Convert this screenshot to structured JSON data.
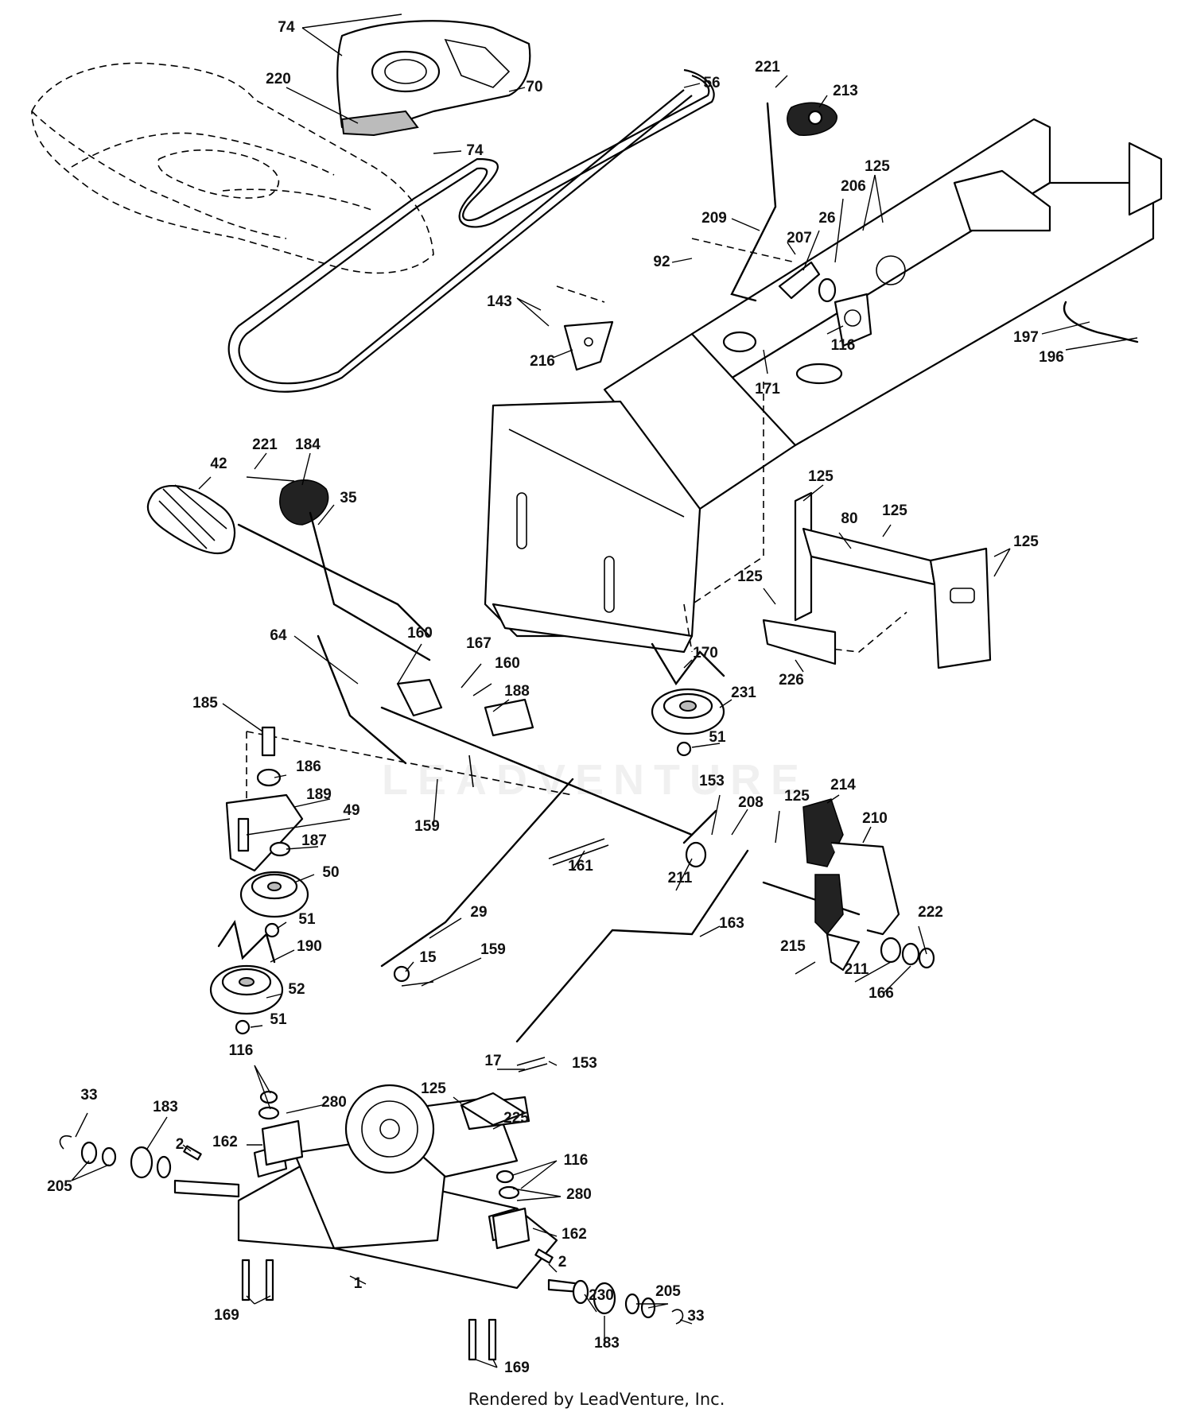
{
  "footer": "Rendered by LeadVenture, Inc.",
  "watermark": "LEADVENTURE",
  "callouts": [
    {
      "id": "74",
      "text": "74"
    },
    {
      "id": "220",
      "text": "220"
    },
    {
      "id": "70",
      "text": "70"
    },
    {
      "id": "74b",
      "text": "74"
    },
    {
      "id": "56",
      "text": "56"
    },
    {
      "id": "221",
      "text": "221"
    },
    {
      "id": "213",
      "text": "213"
    },
    {
      "id": "125a",
      "text": "125"
    },
    {
      "id": "206",
      "text": "206"
    },
    {
      "id": "26",
      "text": "26"
    },
    {
      "id": "209",
      "text": "209"
    },
    {
      "id": "207",
      "text": "207"
    },
    {
      "id": "92",
      "text": "92"
    },
    {
      "id": "143",
      "text": "143"
    },
    {
      "id": "116a",
      "text": "116"
    },
    {
      "id": "216",
      "text": "216"
    },
    {
      "id": "171",
      "text": "171"
    },
    {
      "id": "197",
      "text": "197"
    },
    {
      "id": "196",
      "text": "196"
    },
    {
      "id": "221b",
      "text": "221"
    },
    {
      "id": "184",
      "text": "184"
    },
    {
      "id": "42",
      "text": "42"
    },
    {
      "id": "35",
      "text": "35"
    },
    {
      "id": "125b",
      "text": "125"
    },
    {
      "id": "80",
      "text": "80"
    },
    {
      "id": "125c",
      "text": "125"
    },
    {
      "id": "125d",
      "text": "125"
    },
    {
      "id": "125e",
      "text": "125"
    },
    {
      "id": "64",
      "text": "64"
    },
    {
      "id": "160a",
      "text": "160"
    },
    {
      "id": "167",
      "text": "167"
    },
    {
      "id": "160b",
      "text": "160"
    },
    {
      "id": "170",
      "text": "170"
    },
    {
      "id": "226",
      "text": "226"
    },
    {
      "id": "231",
      "text": "231"
    },
    {
      "id": "185",
      "text": "185"
    },
    {
      "id": "188",
      "text": "188"
    },
    {
      "id": "51a",
      "text": "51"
    },
    {
      "id": "186",
      "text": "186"
    },
    {
      "id": "189",
      "text": "189"
    },
    {
      "id": "49",
      "text": "49"
    },
    {
      "id": "159a",
      "text": "159"
    },
    {
      "id": "153a",
      "text": "153"
    },
    {
      "id": "208",
      "text": "208"
    },
    {
      "id": "125f",
      "text": "125"
    },
    {
      "id": "214",
      "text": "214"
    },
    {
      "id": "210",
      "text": "210"
    },
    {
      "id": "187",
      "text": "187"
    },
    {
      "id": "161",
      "text": "161"
    },
    {
      "id": "211a",
      "text": "211"
    },
    {
      "id": "50",
      "text": "50"
    },
    {
      "id": "29",
      "text": "29"
    },
    {
      "id": "163",
      "text": "163"
    },
    {
      "id": "51b",
      "text": "51"
    },
    {
      "id": "190",
      "text": "190"
    },
    {
      "id": "222",
      "text": "222"
    },
    {
      "id": "215",
      "text": "215"
    },
    {
      "id": "15",
      "text": "15"
    },
    {
      "id": "159b",
      "text": "159"
    },
    {
      "id": "211b",
      "text": "211"
    },
    {
      "id": "52",
      "text": "52"
    },
    {
      "id": "166",
      "text": "166"
    },
    {
      "id": "51c",
      "text": "51"
    },
    {
      "id": "116b",
      "text": "116"
    },
    {
      "id": "17",
      "text": "17"
    },
    {
      "id": "153b",
      "text": "153"
    },
    {
      "id": "280a",
      "text": "280"
    },
    {
      "id": "125g",
      "text": "125"
    },
    {
      "id": "33a",
      "text": "33"
    },
    {
      "id": "183a",
      "text": "183"
    },
    {
      "id": "225",
      "text": "225"
    },
    {
      "id": "162a",
      "text": "162"
    },
    {
      "id": "2a",
      "text": "2"
    },
    {
      "id": "116c",
      "text": "116"
    },
    {
      "id": "205a",
      "text": "205"
    },
    {
      "id": "280b",
      "text": "280"
    },
    {
      "id": "162b",
      "text": "162"
    },
    {
      "id": "2b",
      "text": "2"
    },
    {
      "id": "1",
      "text": "1"
    },
    {
      "id": "230",
      "text": "230"
    },
    {
      "id": "205b",
      "text": "205"
    },
    {
      "id": "169a",
      "text": "169"
    },
    {
      "id": "33b",
      "text": "33"
    },
    {
      "id": "183b",
      "text": "183"
    },
    {
      "id": "169b",
      "text": "169"
    }
  ]
}
